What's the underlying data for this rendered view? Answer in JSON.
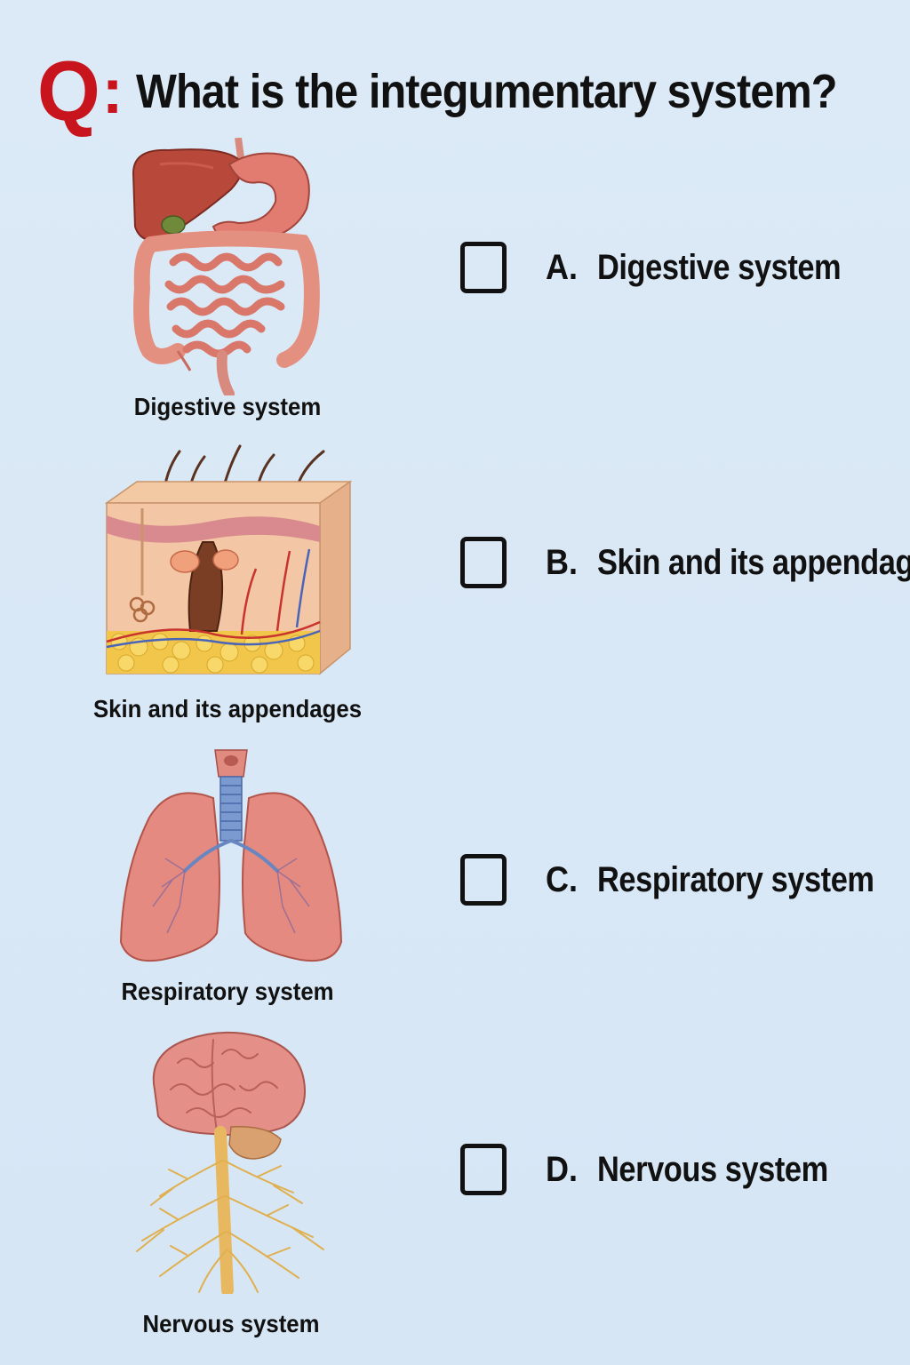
{
  "question": {
    "prefix_letter": "Q",
    "prefix_colon": ":",
    "text": "What is the integumentary system?"
  },
  "illustrations": [
    {
      "caption": "Digestive system",
      "icon": "digestive-system-icon"
    },
    {
      "caption": "Skin and its appendages",
      "icon": "skin-cross-section-icon"
    },
    {
      "caption": "Respiratory system",
      "icon": "lungs-icon"
    },
    {
      "caption": "Nervous system",
      "icon": "brain-and-nerves-icon"
    }
  ],
  "options": [
    {
      "letter": "A.",
      "text": "Digestive system"
    },
    {
      "letter": "B.",
      "text": "Skin and its appendages"
    },
    {
      "letter": "C.",
      "text": "Respiratory system"
    },
    {
      "letter": "D.",
      "text": "Nervous system"
    }
  ],
  "colors": {
    "background": "#dceaf7",
    "q_accent": "#c8141c",
    "text": "#111111",
    "organ": "#e07a6e"
  }
}
